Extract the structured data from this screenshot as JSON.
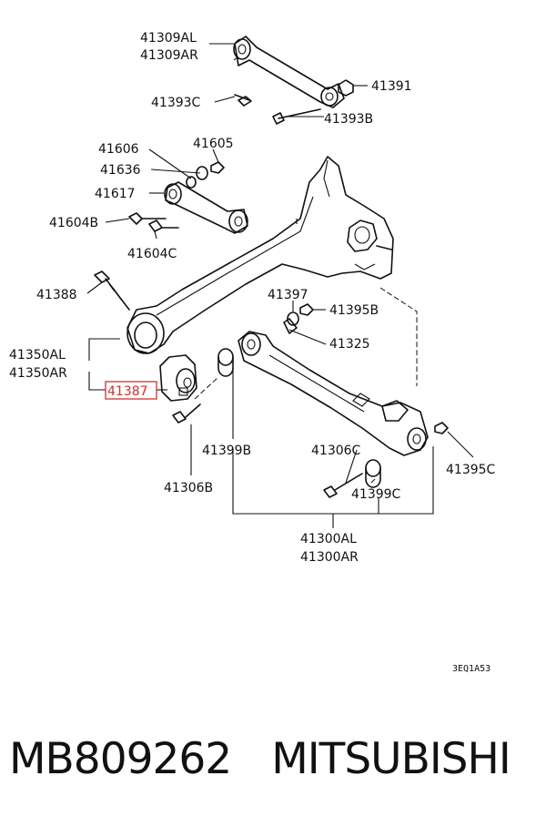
{
  "labels": {
    "p41309AL": "41309AL",
    "p41309AR": "41309AR",
    "p41391": "41391",
    "p41393C": "41393C",
    "p41393B": "41393B",
    "p41606": "41606",
    "p41605": "41605",
    "p41636": "41636",
    "p41617": "41617",
    "p41604B": "41604B",
    "p41604C": "41604C",
    "p41388": "41388",
    "p41397": "41397",
    "p41395B": "41395B",
    "p41325": "41325",
    "p41350AL": "41350AL",
    "p41350AR": "41350AR",
    "p41387": "41387",
    "p41399B": "41399B",
    "p41306C": "41306C",
    "p41395C": "41395C",
    "p41306B": "41306B",
    "p41399C": "41399C",
    "p41300AL": "41300AL",
    "p41300AR": "41300AR"
  },
  "diagram_code": "3EQ1A53",
  "highlight_color": "#d03030",
  "footer": {
    "part_number": "MB809262",
    "brand": "MITSUBISHI"
  }
}
